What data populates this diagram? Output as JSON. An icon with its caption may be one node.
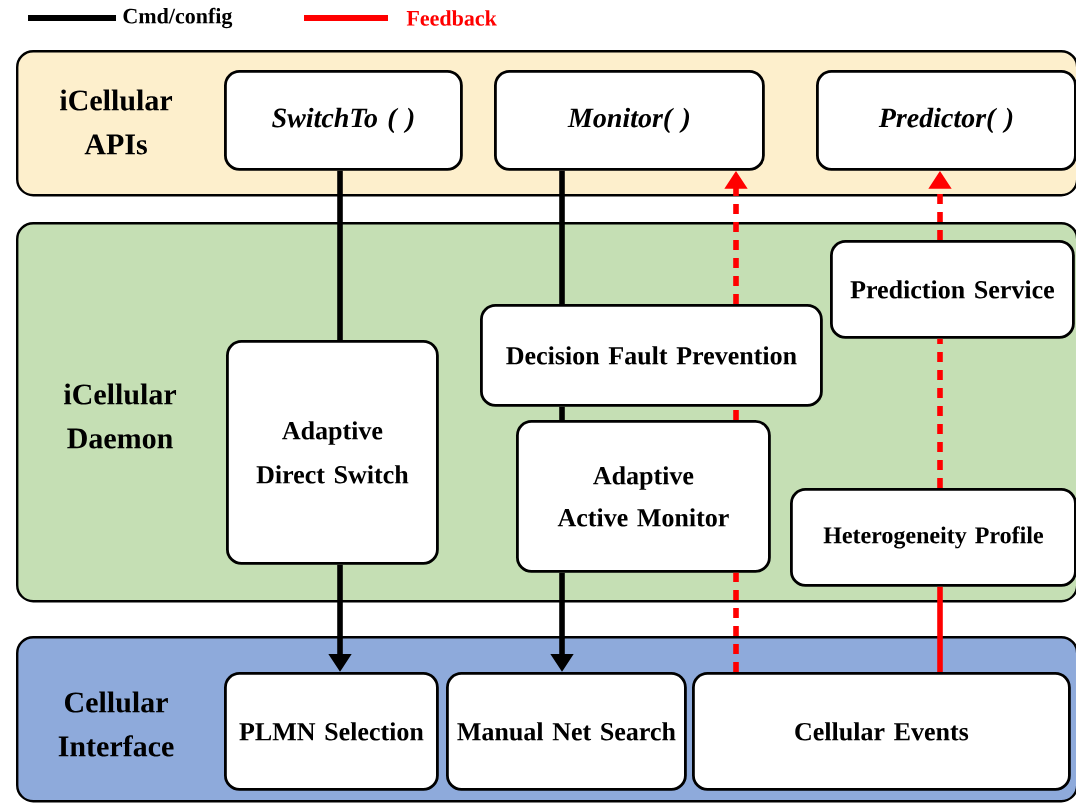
{
  "diagram": {
    "nodes": [
      {
        "text": [
          "iCellular APIs"
        ]
      },
      {
        "text": [
          "SwitchTo ( )"
        ],
        "in": 0
      },
      {
        "text": [
          "Monitor( )"
        ],
        "in": 0
      },
      {
        "text": [
          "Predictor( )"
        ],
        "in": 0
      },
      {
        "text": [
          "iCellular Daemon"
        ]
      },
      {
        "text": [
          "Adaptive Direct Switch"
        ],
        "in": 4
      },
      {
        "text": [
          "Decision Fault Prevention"
        ],
        "in": 4
      },
      {
        "text": [
          "Adaptive Active Monitor"
        ],
        "in": 4
      },
      {
        "text": [
          "Prediction Service"
        ],
        "in": 4
      },
      {
        "text": [
          "Heterogeneity Profile"
        ],
        "in": 4
      },
      {
        "text": [
          "Cellular Interface"
        ]
      },
      {
        "text": [
          "PLMN Selection"
        ],
        "in": 10
      },
      {
        "text": [
          "Manual Net Search"
        ],
        "in": 10
      },
      {
        "text": [
          "Cellular Events"
        ],
        "in": 10
      }
    ],
    "edges": [
      {
        "from": 1,
        "to": 5,
        "arrow": "none",
        "color": "#000000"
      },
      {
        "from": 5,
        "to": 11,
        "arrow": "to",
        "color": "#000000"
      },
      {
        "from": 2,
        "to": 6,
        "arrow": "none",
        "color": "#000000"
      },
      {
        "from": 6,
        "to": 7,
        "arrow": "none",
        "color": "#000000"
      },
      {
        "from": 7,
        "to": 12,
        "arrow": "to",
        "color": "#000000"
      },
      {
        "from": 13,
        "to": 7,
        "arrow": "none",
        "style": "dashed",
        "color": "#ff0000"
      },
      {
        "from": 7,
        "to": 6,
        "arrow": "none",
        "style": "dashed",
        "color": "#ff0000"
      },
      {
        "from": 6,
        "to": 2,
        "arrow": "to",
        "style": "dashed",
        "color": "#ff0000"
      },
      {
        "from": 13,
        "to": 9,
        "arrow": "none",
        "color": "#ff0000"
      },
      {
        "from": 9,
        "to": 8,
        "arrow": "none",
        "style": "dashed",
        "color": "#ff0000"
      },
      {
        "from": 8,
        "to": 3,
        "arrow": "to",
        "style": "dashed",
        "color": "#ff0000"
      }
    ],
    "legend": [
      {
        "text": "Cmd/config"
      },
      {
        "text": "Feedback"
      }
    ]
  }
}
